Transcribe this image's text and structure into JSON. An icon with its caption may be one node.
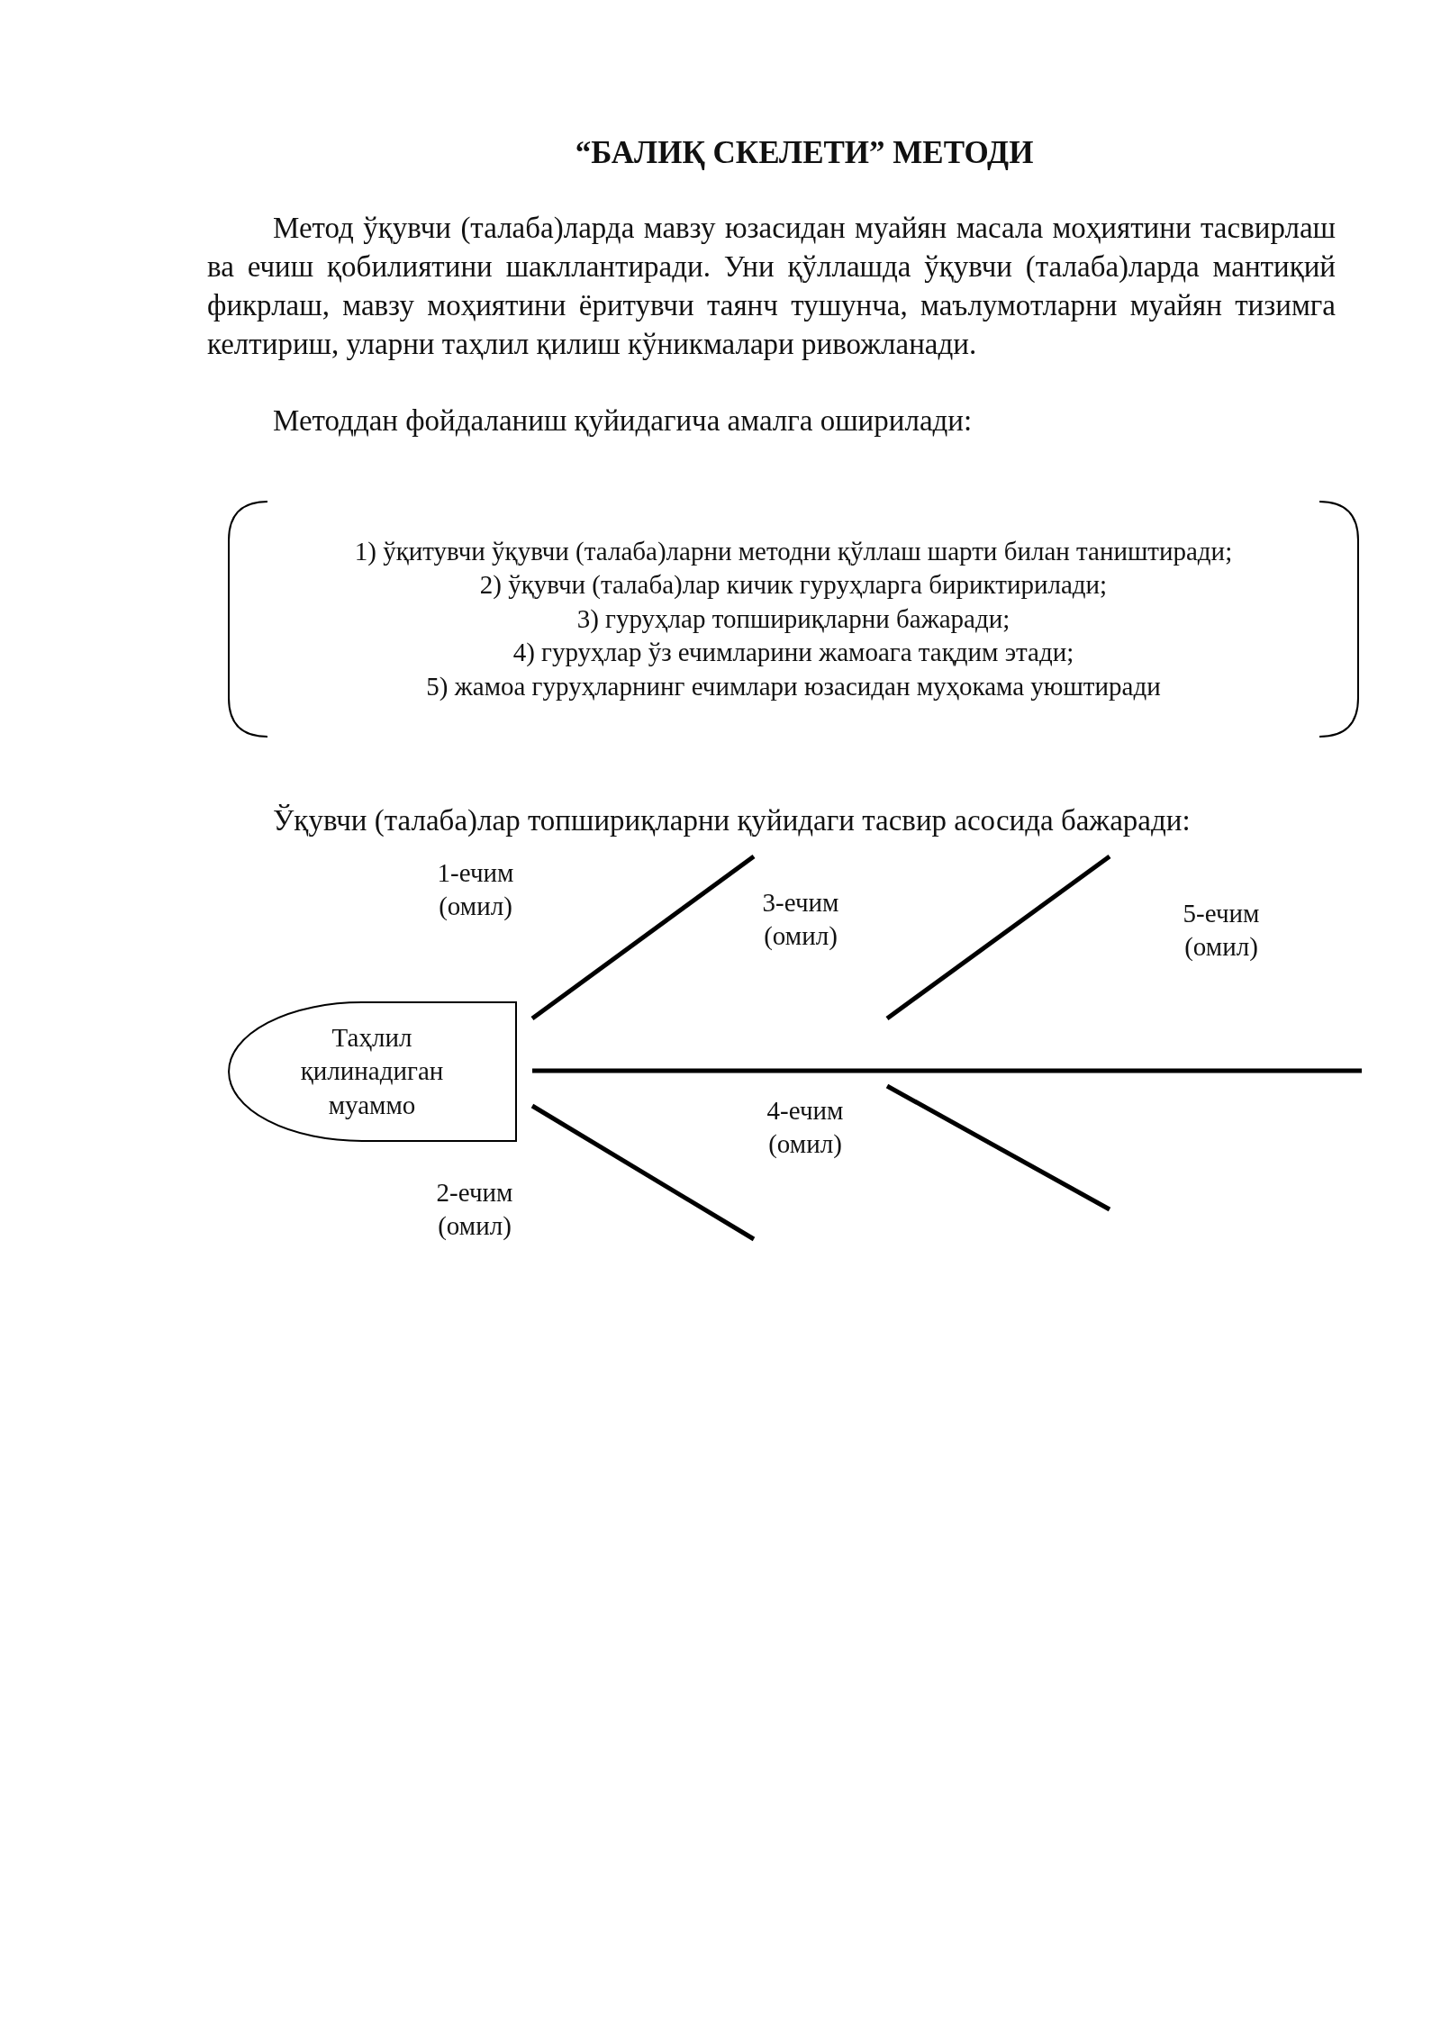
{
  "diagram": {
    "title": "“БАЛИҚ СКЕЛЕТИ” МЕТОДИ",
    "nodes": [
      {
        "text": [
          "1) ўқитувчи ўқувчи (талаба)ларни методни қўллаш шарти билан таништиради;",
          "2) ўқувчи (талаба)лар кичик гуруҳларга бириктирилади;",
          "3) гуруҳлар топшириқларни бажаради;",
          "4) гуруҳлар ўз ечимларини жамоага тақдим этади;",
          "5) жамоа гуруҳларнинг ечимлари юзасидан муҳокама уюштиради"
        ]
      },
      {
        "text": [
          "Таҳлил қилинадиган муаммо"
        ]
      }
    ],
    "labels": [
      "Метод ўқувчи (талаба)ларда мавзу юзасидан муайян масала моҳиятини тасвирлаш ва ечиш қобилиятини шакллантиради. Уни қўллашда ўқувчи (талаба)ларда мантиқий фикрлаш, мавзу моҳиятини ёритувчи таянч тушунча, маълумотларни муайян тизимга келтириш, уларни таҳлил қилиш кўникмалари ривожланади.",
      "Методдан фойдаланиш қуйидагича амалга оширилади:",
      "Ўқувчи (талаба)лар топшириқларни қуйидаги тасвир асосида бажаради:",
      "1-ечим (омил)",
      "3-ечим (омил)",
      "5-ечим (омил)",
      "4-ечим (омил)",
      "2-ечим (омил)"
    ]
  }
}
